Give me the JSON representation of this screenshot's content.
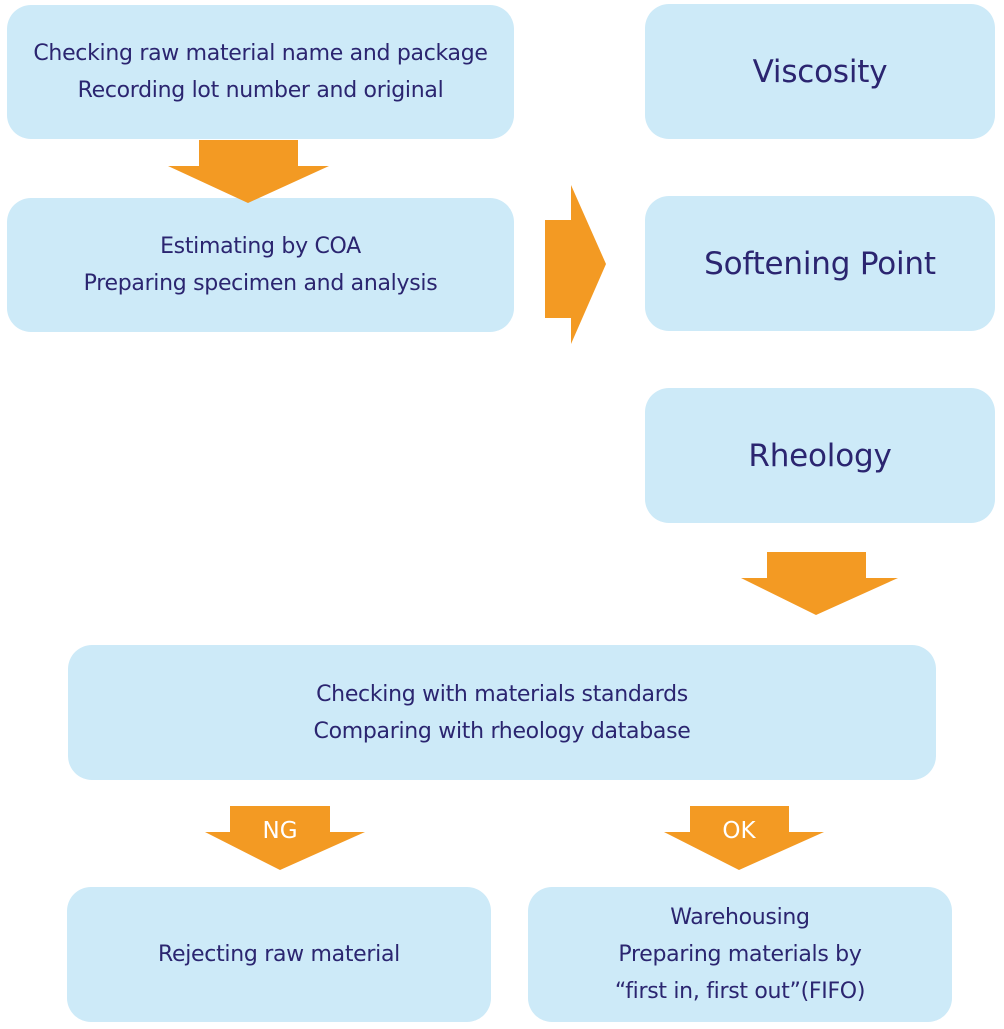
{
  "boxes": {
    "check_raw": {
      "line1": "Checking raw material name and package",
      "line2": "Recording lot number and original"
    },
    "estimate": {
      "line1": "Estimating by COA",
      "line2": "Preparing specimen and analysis"
    },
    "viscosity": "Viscosity",
    "softening": "Softening Point",
    "rheology": "Rheology",
    "standards": {
      "line1": "Checking with materials standards",
      "line2": "Comparing with rheology database"
    },
    "reject": "Rejecting raw material",
    "warehouse": {
      "line1": "Warehousing",
      "line2": "Preparing materials by",
      "line3": "“first in, first out”(FIFO)"
    }
  },
  "arrows": {
    "ng_label": "NG",
    "ok_label": "OK"
  },
  "colors": {
    "box_fill": "#cdeaf8",
    "arrow": "#f39a23",
    "text": "#2b2570"
  }
}
